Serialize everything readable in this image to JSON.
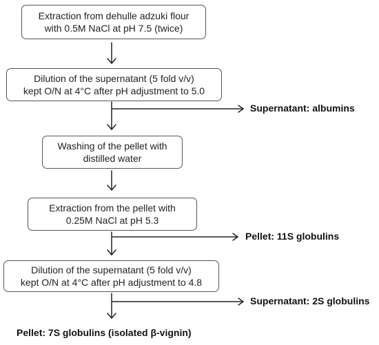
{
  "steps": [
    {
      "line1": "Extraction from dehulle adzuki flour",
      "line2": "with 0.5M NaCl at pH 7.5 (twice)"
    },
    {
      "line1": "Dilution of the supernatant (5 fold v/v)",
      "line2": "kept O/N at 4°C after pH adjustment to 5.0"
    },
    {
      "line1": "Washing of the pellet with",
      "line2": "distilled water"
    },
    {
      "line1": "Extraction from the pellet  with",
      "line2": "0.25M NaCl at pH 5.3"
    },
    {
      "line1": "Dilution of the supernatant (5 fold v/v)",
      "line2": "kept O/N at 4°C after pH adjustment to 4.8"
    }
  ],
  "outputs": {
    "albumins": "Supernatant: albumins",
    "globulins_11s": "Pellet: 11S globulins",
    "globulins_2s": "Supernatant: 2S globulins",
    "final": "Pellet: 7S globulins (isolated β-vignin)"
  }
}
